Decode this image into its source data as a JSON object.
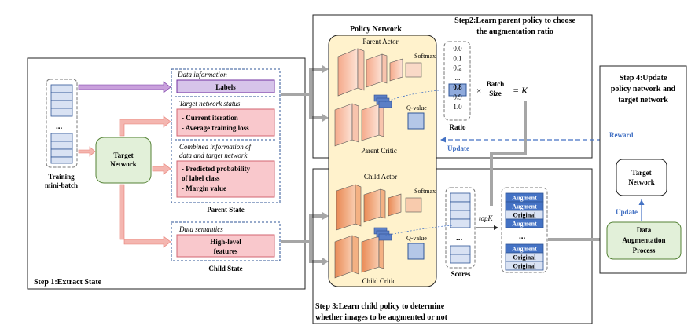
{
  "step1": {
    "label": "Step 1:Extract State",
    "training_batch_label_line1": "Training",
    "training_batch_label_line2": "mini-batch",
    "dots": "...",
    "target_network_line1": "Target",
    "target_network_line2": "Network"
  },
  "parent_state": {
    "title": "Parent State",
    "data_info_header": "Data information",
    "labels_box": "Labels",
    "target_status_header": "Target network status",
    "status_line1": "- Current iteration",
    "status_line2": "- Average training loss",
    "combined_header_line1": "Combined information of",
    "combined_header_line2": "data and target network",
    "combined_line1": "- Predicted probability",
    "combined_line2": "of label class",
    "combined_line3": "- Margin value"
  },
  "child_state": {
    "title": "Child State",
    "data_semantics_header": "Data semantics",
    "features_line1": "High-level",
    "features_line2": "features"
  },
  "step2": {
    "title_line1": "Step2:Learn parent policy to choose",
    "title_line2": "the augmentation ratio",
    "policy_network": "Policy Network",
    "parent_actor": "Parent Actor",
    "parent_critic": "Parent Critic",
    "softmax": "Softmax",
    "q_value": "Q-value",
    "ratios": [
      "0.0",
      "0.1",
      "0.2",
      "...",
      "0.8",
      "0.9",
      "1.0"
    ],
    "ratio_label": "Ratio",
    "times_sign": "×",
    "batch_size_line1": "Batch",
    "batch_size_line2": "Size",
    "equals_k": "= K",
    "update": "Update"
  },
  "step3": {
    "title_line1": "Step 3:Learn child policy to determine",
    "title_line2": "whether images to be augmented or not",
    "child_actor": "Child Actor",
    "child_critic": "Child Critic",
    "softmax": "Softmax",
    "q_value": "Q-value",
    "scores_label": "Scores",
    "dots": "...",
    "topk": "topK",
    "aug_list_top": [
      "Augment",
      "Augment",
      "Original",
      "Augment"
    ],
    "aug_list_bottom": [
      "Augment",
      "Original",
      "Original"
    ]
  },
  "step4": {
    "title_line1": "Step 4:Update",
    "title_line2": "policy network and",
    "title_line3": "target network",
    "reward": "Reward",
    "target_network_line1": "Target",
    "target_network_line2": "Network",
    "update": "Update",
    "process_line1": "Data",
    "process_line2": "Augmentation",
    "process_line3": "Process"
  }
}
